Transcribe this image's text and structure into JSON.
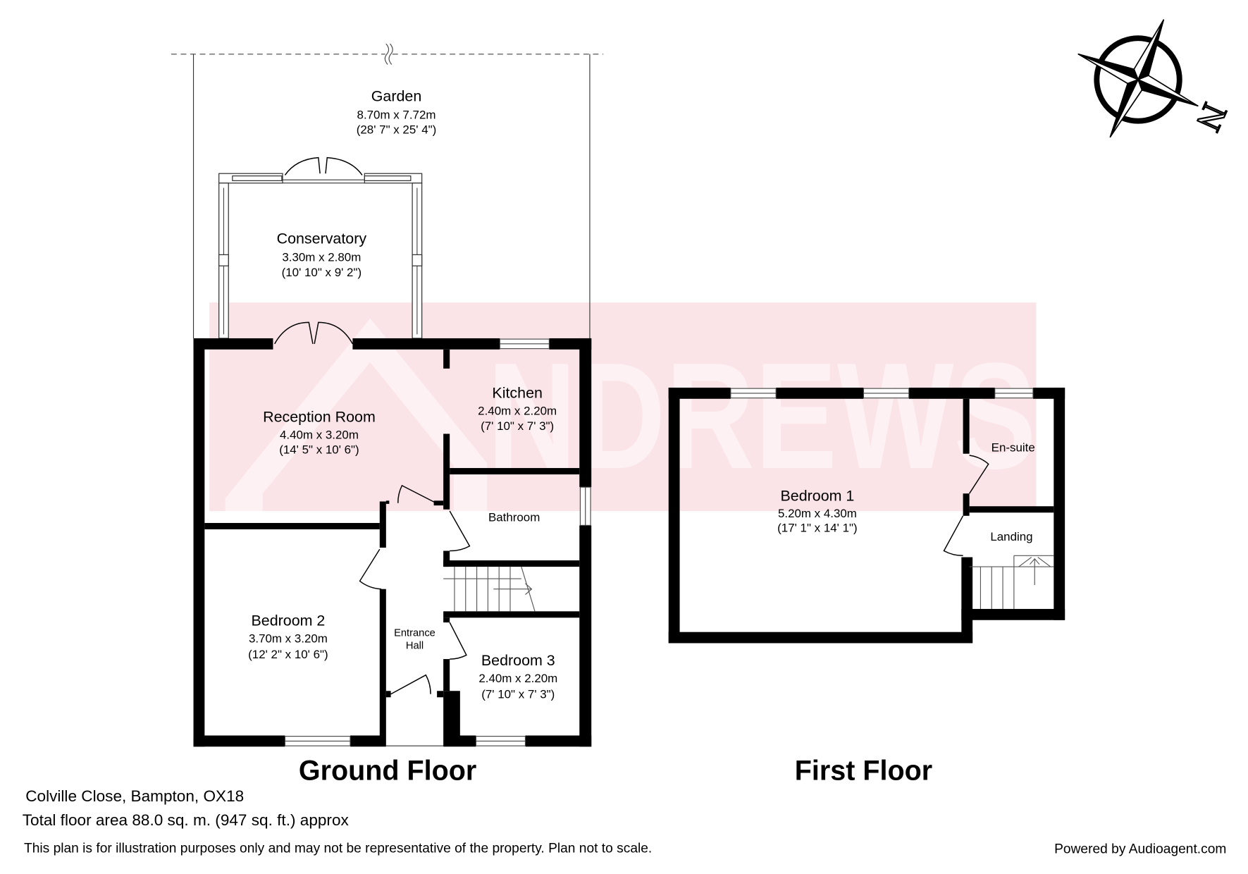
{
  "floor_plan": {
    "ground_floor": {
      "title": "Ground Floor",
      "rooms": [
        {
          "name": "Garden",
          "metric": "8.70m x 7.72m",
          "imperial": "(28' 7\" x 25' 4\")"
        },
        {
          "name": "Conservatory",
          "metric": "3.30m x 2.80m",
          "imperial": "(10' 10\" x 9' 2\")"
        },
        {
          "name": "Reception Room",
          "metric": "4.40m x 3.20m",
          "imperial": "(14' 5\" x 10' 6\")"
        },
        {
          "name": "Kitchen",
          "metric": "2.40m x 2.20m",
          "imperial": "(7' 10\" x 7' 3\")"
        },
        {
          "name": "Bathroom"
        },
        {
          "name": "Bedroom 2",
          "metric": "3.70m x 3.20m",
          "imperial": "(12' 2\" x 10' 6\")"
        },
        {
          "name": [
            "Entrance",
            "Hall"
          ]
        },
        {
          "name": "Bedroom 3",
          "metric": "2.40m x 2.20m",
          "imperial": "(7' 10\" x 7' 3\")"
        }
      ]
    },
    "first_floor": {
      "title": "First Floor",
      "rooms": [
        {
          "name": "Bedroom 1",
          "metric": "5.20m x 4.30m",
          "imperial": "(17' 1\" x 14' 1\")"
        },
        {
          "name": "En-suite"
        },
        {
          "name": "Landing"
        }
      ]
    }
  },
  "compass": {
    "label": "N"
  },
  "property": {
    "address": "Colville Close, Bampton, OX18",
    "total_area": "Total floor area 88.0 sq. m. (947 sq. ft.) approx"
  },
  "footer": {
    "disclaimer": "This plan is for illustration purposes only and may not be representative of the property. Plan not to scale.",
    "powered_by": "Powered by Audioagent.com"
  },
  "watermark": {
    "text": "NDREWS"
  },
  "colors": {
    "walls": "#000000",
    "watermark_banner": "#fbe4e7",
    "watermark_logo": "#fdf1f3"
  }
}
